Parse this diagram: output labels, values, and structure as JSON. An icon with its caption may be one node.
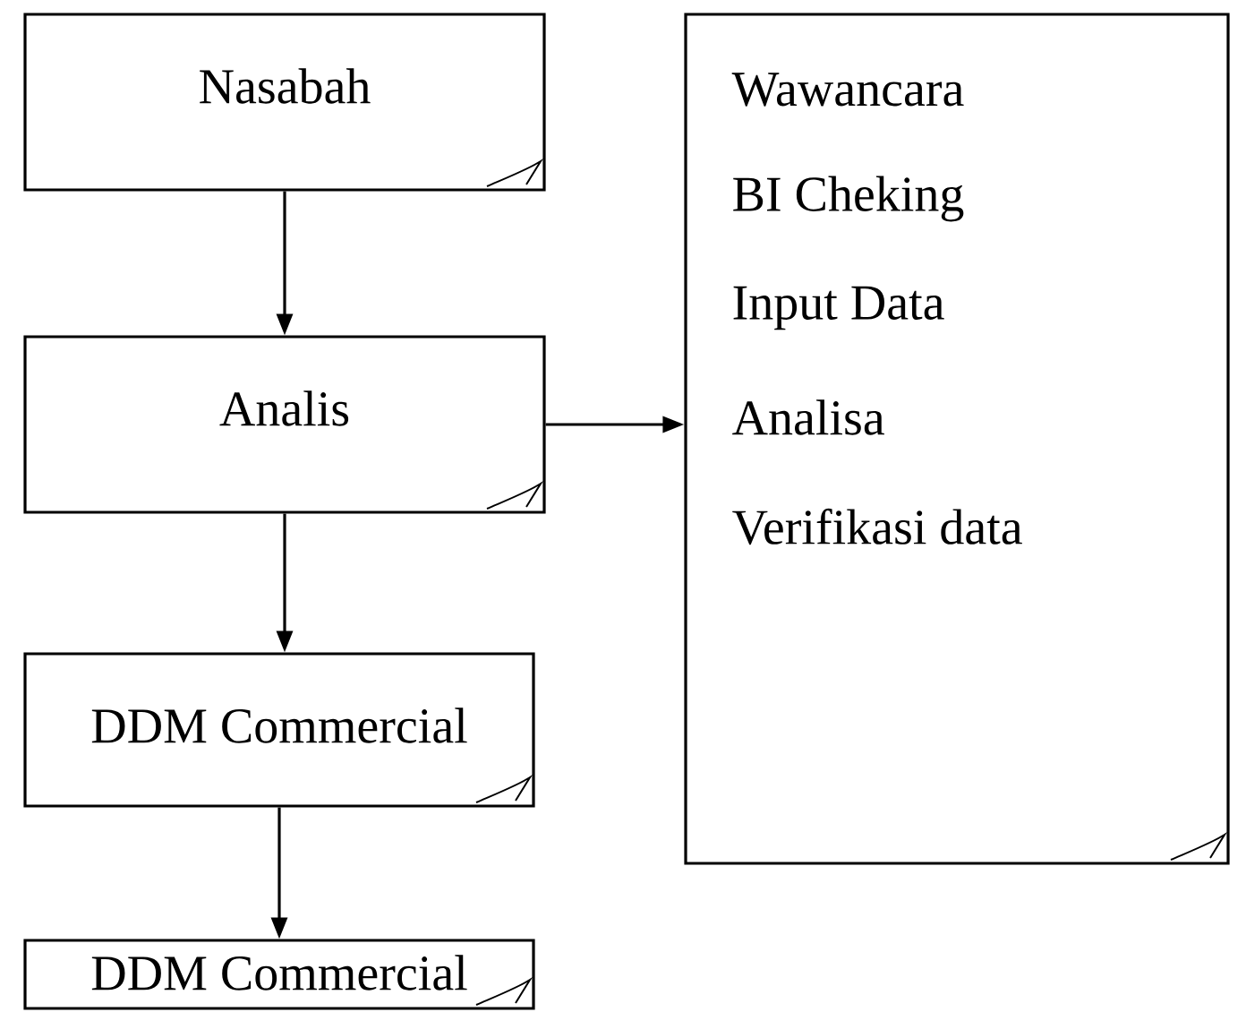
{
  "diagram": {
    "nodes": [
      {
        "text": [
          "Nasabah"
        ]
      },
      {
        "text": [
          "Analis"
        ]
      },
      {
        "text": [
          "DDM Commercial"
        ]
      },
      {
        "text": [
          "DDM Commercial"
        ]
      },
      {
        "text": [
          "Wawancara",
          "BI Cheking",
          "Input Data",
          "Analisa",
          "Verifikasi data"
        ]
      }
    ],
    "edges": [
      {
        "from": 0,
        "to": 1,
        "arrow": "to"
      },
      {
        "from": 1,
        "to": 4,
        "arrow": "to"
      },
      {
        "from": 1,
        "to": 2,
        "arrow": "to"
      },
      {
        "from": 2,
        "to": 3,
        "arrow": "to"
      }
    ]
  }
}
